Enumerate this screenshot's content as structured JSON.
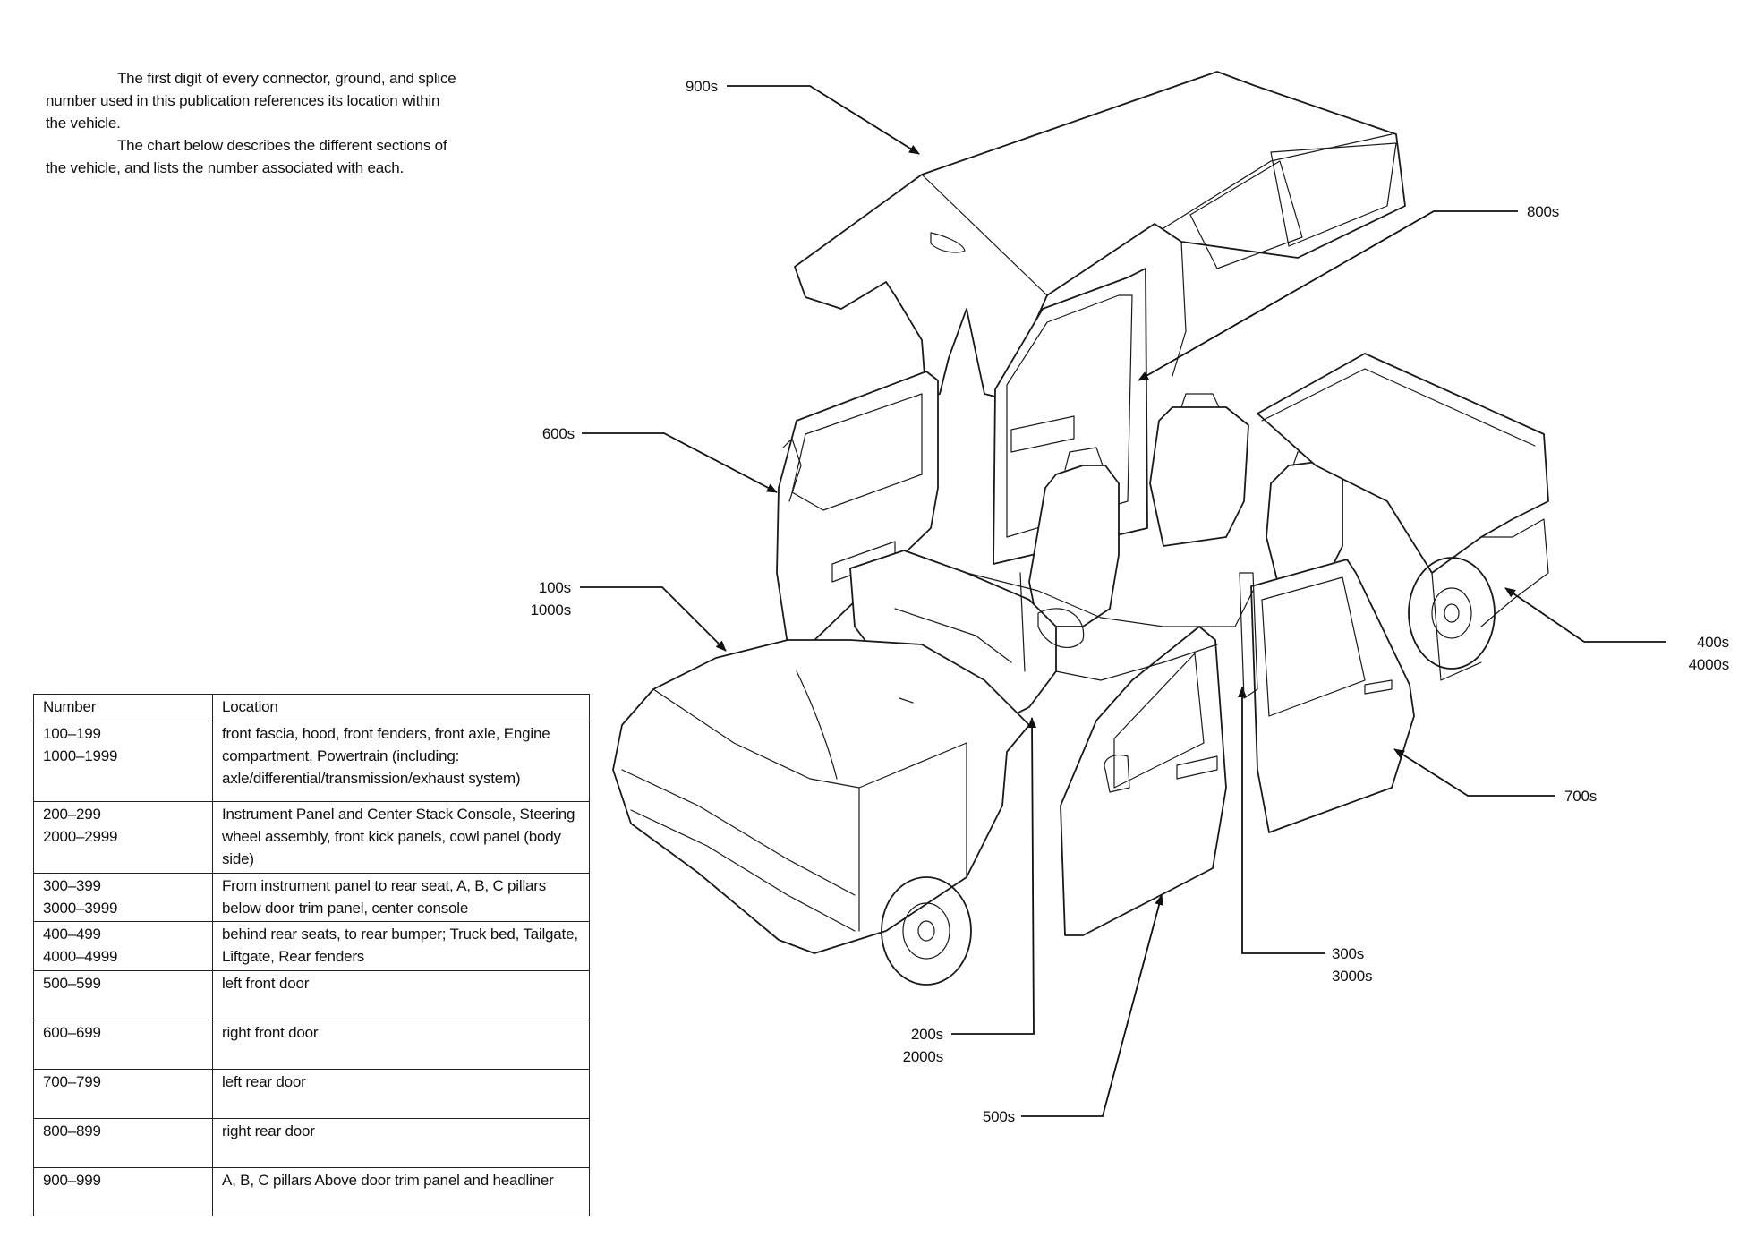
{
  "intro": {
    "paragraph1": "The first digit of every connector, ground, and splice number used in this publication references its location within the vehicle.",
    "paragraph2": "The chart below describes the different sections of the vehicle, and lists the number associated with each."
  },
  "table": {
    "headers": [
      "Number",
      "Location"
    ],
    "rows": [
      {
        "number": "100–199\n1000–1999",
        "location": "front fascia, hood, front fenders, front axle, Engine compartment, Powertrain (including: axle/differential/transmission/exhaust system)"
      },
      {
        "number": "200–299\n2000–2999",
        "location": "Instrument Panel and Center Stack Console, Steering wheel assembly, front kick panels, cowl panel (body side)"
      },
      {
        "number": "300–399\n3000–3999",
        "location": "From instrument panel to rear seat, A, B, C pillars below door trim panel, center console"
      },
      {
        "number": "400–499\n4000–4999",
        "location": "behind rear seats, to rear bumper; Truck bed, Tailgate, Liftgate, Rear fenders"
      },
      {
        "number": "500–599",
        "location": "left front door"
      },
      {
        "number": "600–699",
        "location": "right front door"
      },
      {
        "number": "700–799",
        "location": "left rear door"
      },
      {
        "number": "800–899",
        "location": "right rear door"
      },
      {
        "number": "900–999",
        "location": "A, B, C pillars Above door trim panel and headliner"
      }
    ]
  },
  "callouts": {
    "c900": "900s",
    "c800": "800s",
    "c600": "600s",
    "c100": "100s\n1000s",
    "c400": "400s\n4000s",
    "c700": "700s",
    "c300": "300s\n3000s",
    "c200": "200s\n2000s",
    "c500": "500s"
  }
}
